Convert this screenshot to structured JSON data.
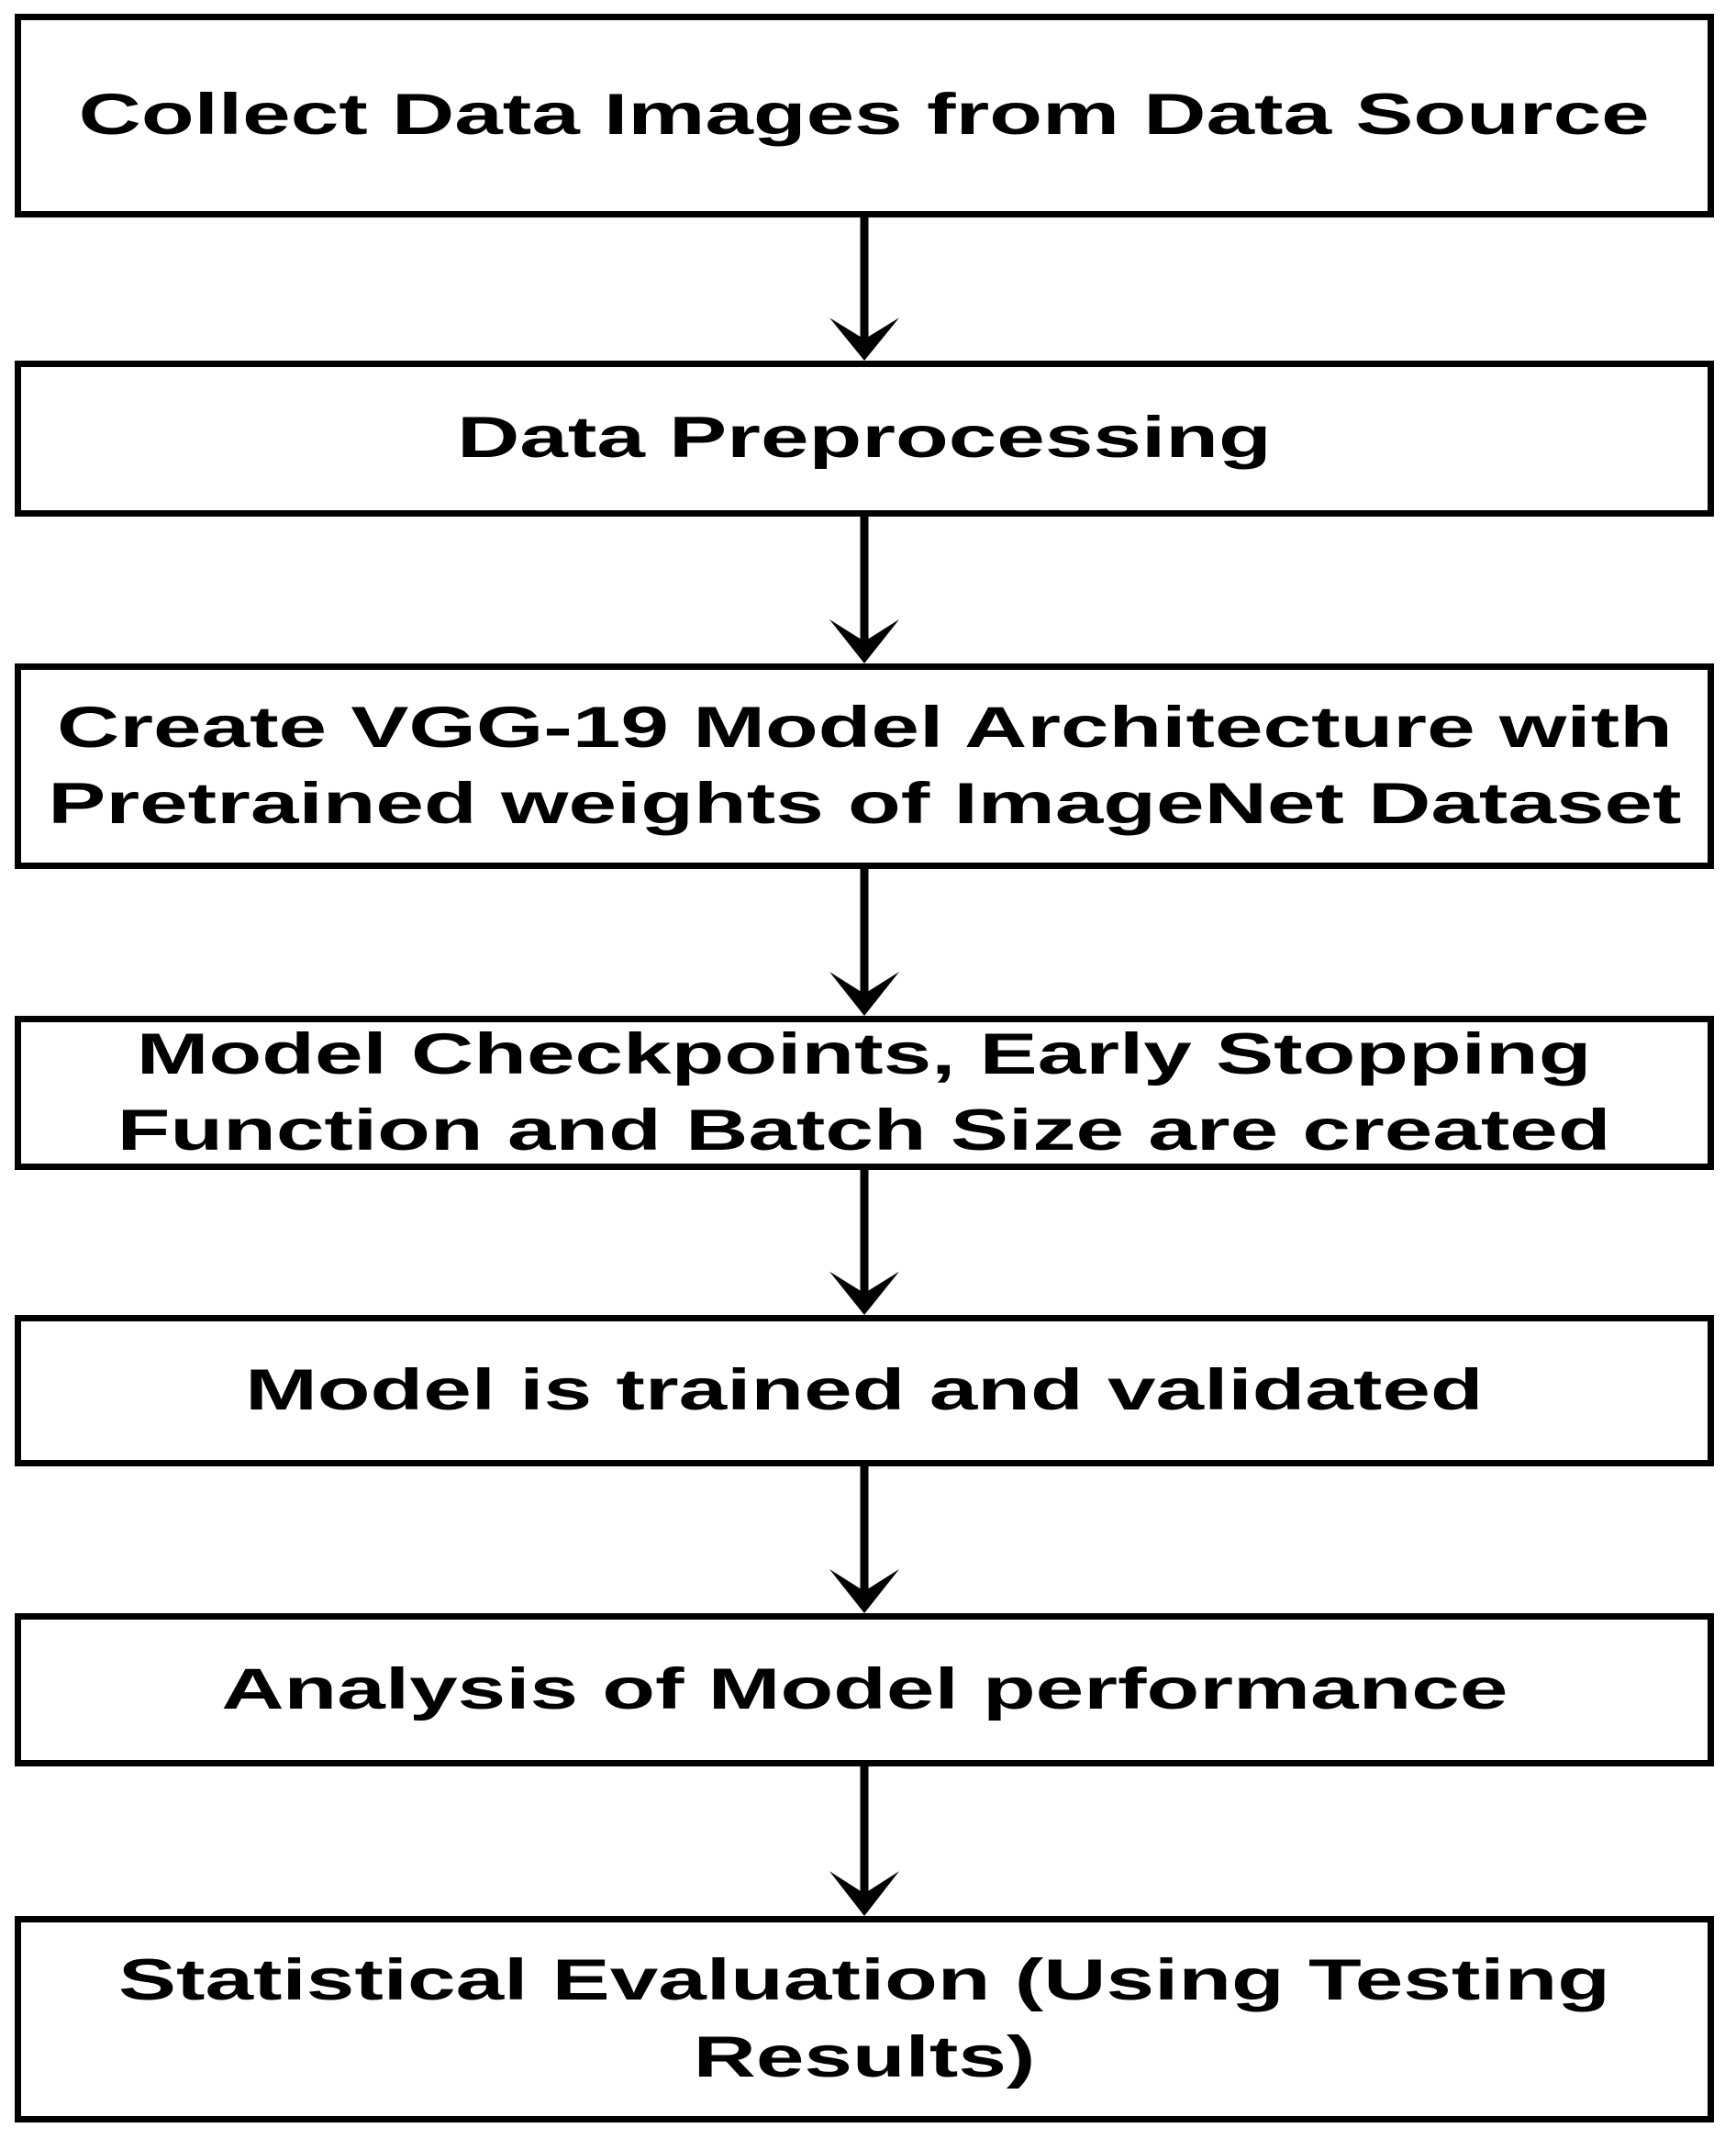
{
  "diagram": {
    "type": "flowchart",
    "direction": "top-down",
    "colors": {
      "background": "#ffffff",
      "box_fill": "#ffffff",
      "box_border": "#000000",
      "text": "#000000",
      "arrow": "#000000"
    },
    "boxes": [
      {
        "id": "collect-data",
        "label": "Collect Data Images from Data Source"
      },
      {
        "id": "data-preprocessing",
        "label": "Data Preprocessing"
      },
      {
        "id": "create-vgg19-model",
        "label": "Create VGG-19 Model Architecture with\nPretrained weights of ImageNet Dataset"
      },
      {
        "id": "model-checkpoints",
        "label": "Model Checkpoints, Early Stopping\nFunction and Batch Size are created"
      },
      {
        "id": "train-validate",
        "label": "Model is trained and validated"
      },
      {
        "id": "analysis-performance",
        "label": "Analysis of Model performance"
      },
      {
        "id": "statistical-evaluation",
        "label": "Statistical Evaluation (Using Testing\nResults)"
      }
    ],
    "connections": [
      {
        "from": "collect-data",
        "to": "data-preprocessing",
        "style": "arrow-down"
      },
      {
        "from": "data-preprocessing",
        "to": "create-vgg19-model",
        "style": "arrow-down"
      },
      {
        "from": "create-vgg19-model",
        "to": "model-checkpoints",
        "style": "arrow-down"
      },
      {
        "from": "model-checkpoints",
        "to": "train-validate",
        "style": "arrow-down"
      },
      {
        "from": "train-validate",
        "to": "analysis-performance",
        "style": "arrow-down"
      },
      {
        "from": "analysis-performance",
        "to": "statistical-evaluation",
        "style": "arrow-down"
      }
    ]
  }
}
